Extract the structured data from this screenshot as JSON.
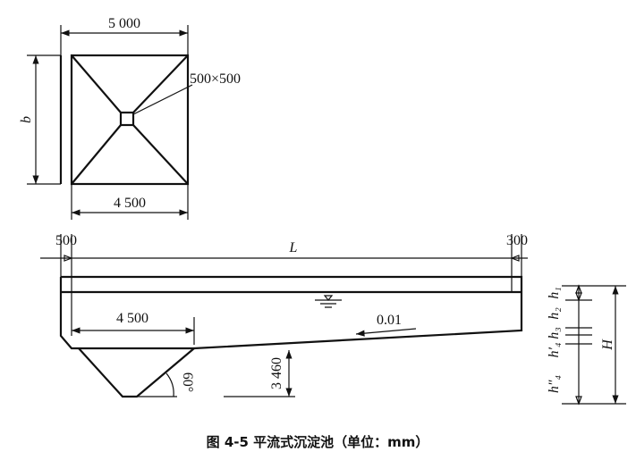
{
  "plan": {
    "width_top": "5 000",
    "width_bottom": "4 500",
    "side": "b",
    "outlet": "500×500"
  },
  "section": {
    "left_offset": "500",
    "length": "L",
    "right_offset": "300",
    "hopper_width": "4 500",
    "slope": "0.01",
    "hopper_depth": "3 460",
    "angle": "60°"
  },
  "heights": {
    "h1": "h₁",
    "h2": "h₂",
    "h3": "h₃",
    "h4p": "h′₄",
    "h4pp": "h″₄",
    "H": "H"
  },
  "caption": "图 4-5   平流式沉淀池（单位：mm）"
}
